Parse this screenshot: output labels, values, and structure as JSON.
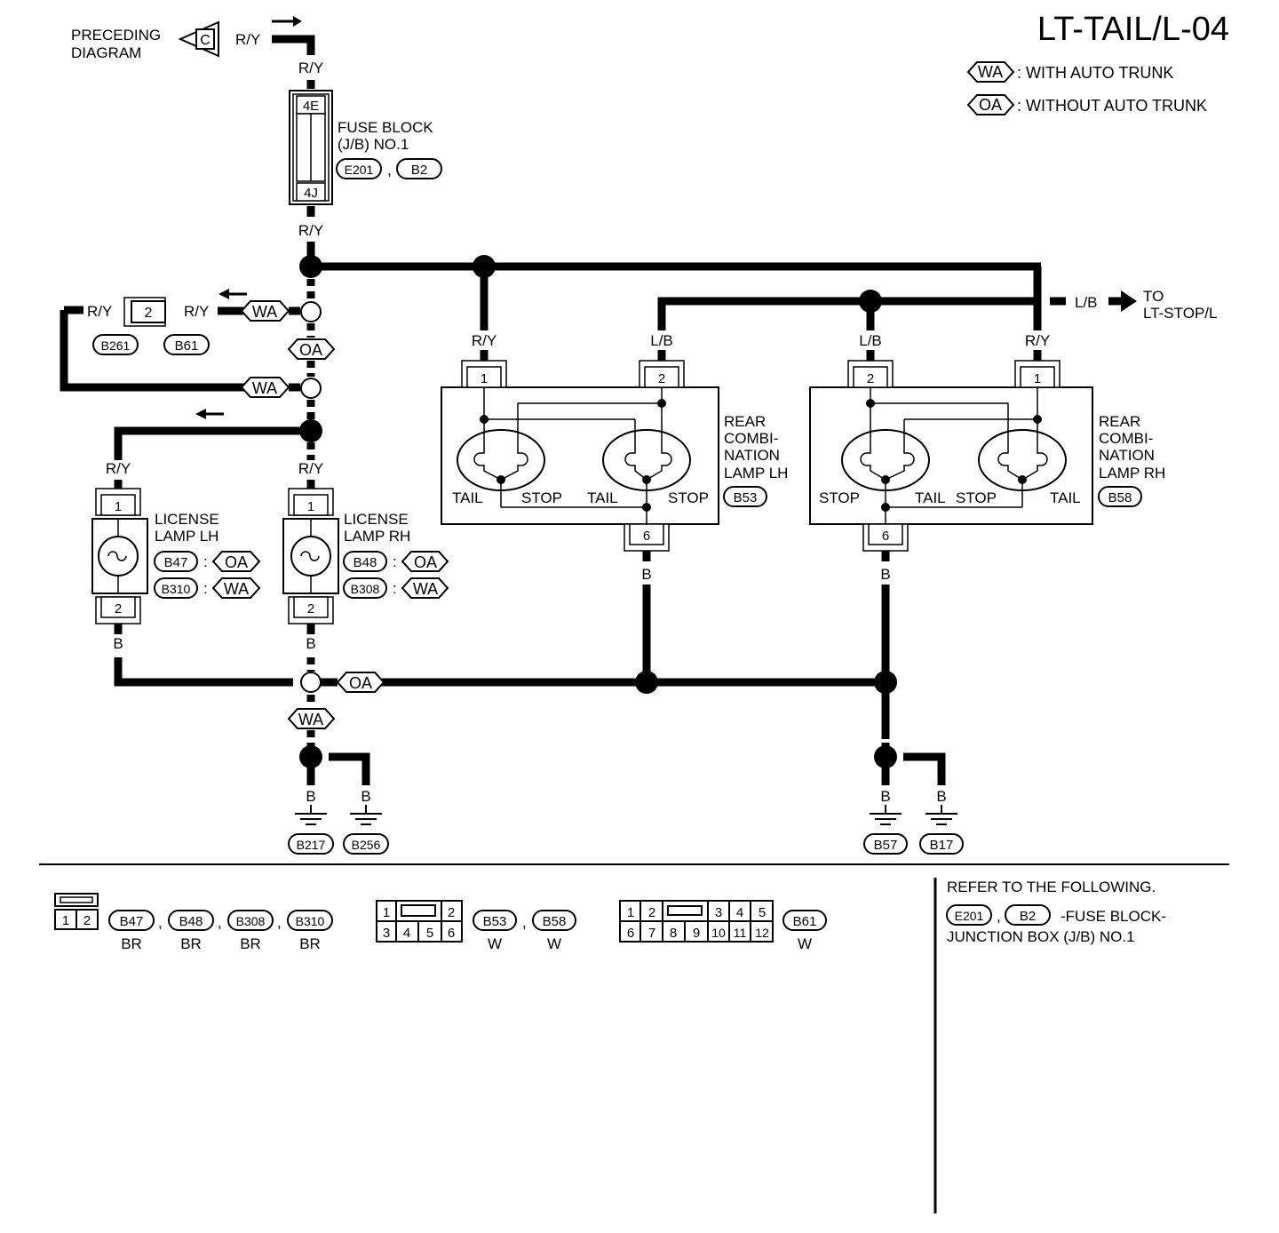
{
  "title": "LT-TAIL/L-04",
  "legend": {
    "wa_tag": "WA",
    "wa_text": ": WITH AUTO TRUNK",
    "oa_tag": "OA",
    "oa_text": ": WITHOUT AUTO TRUNK"
  },
  "preceding": {
    "line1": "PRECEDING",
    "line2": "DIAGRAM",
    "connector": "C"
  },
  "fuse_block": {
    "top_pin": "4E",
    "bottom_pin": "4J",
    "line1": "FUSE BLOCK",
    "line2": "(J/B) NO.1",
    "conn1": "E201",
    "conn2": "B2",
    "sep": ","
  },
  "wires": {
    "ry": "R/Y",
    "lb": "L/B",
    "b": "B"
  },
  "to_label": {
    "line1": "TO",
    "line2": "LT-STOP/L"
  },
  "b261_connector": {
    "pin": "2",
    "left_id": "B261",
    "right_id": "B61"
  },
  "tags": {
    "wa": "WA",
    "oa": "OA"
  },
  "license_lh": {
    "line1": "LICENSE",
    "line2": "LAMP LH",
    "pin_top": "1",
    "pin_bottom": "2",
    "conn_oa": "B47",
    "conn_wa": "B310"
  },
  "license_rh": {
    "line1": "LICENSE",
    "line2": "LAMP RH",
    "pin_top": "1",
    "pin_bottom": "2",
    "conn_oa": "B48",
    "conn_wa": "B308"
  },
  "rear_lh": {
    "line1": "REAR",
    "line2": "COMBI-",
    "line3": "NATION",
    "line4": "LAMP LH",
    "conn": "B53",
    "pin_left": "1",
    "pin_right": "2",
    "pin_bottom": "6",
    "label_tail1": "TAIL",
    "label_stop1": "STOP",
    "label_tail2": "TAIL",
    "label_stop2": "STOP"
  },
  "rear_rh": {
    "line1": "REAR",
    "line2": "COMBI-",
    "line3": "NATION",
    "line4": "LAMP RH",
    "conn": "B58",
    "pin_left": "2",
    "pin_right": "1",
    "pin_bottom": "6",
    "label_stop1": "STOP",
    "label_tail1": "TAIL",
    "label_stop2": "STOP",
    "label_tail2": "TAIL"
  },
  "grounds": [
    "B217",
    "B256",
    "B57",
    "B17"
  ],
  "colon": ":",
  "connectors_legend": {
    "c2": {
      "pins": [
        "1",
        "2"
      ],
      "ids": [
        "B47",
        "B48",
        "B308",
        "B310"
      ],
      "colors": [
        "BR",
        "BR",
        "BR",
        "BR"
      ]
    },
    "c6": {
      "pins": [
        "1",
        "2",
        "3",
        "4",
        "5",
        "6"
      ],
      "ids": [
        "B53",
        "B58"
      ],
      "colors": [
        "W",
        "W"
      ]
    },
    "c12": {
      "pins": [
        "1",
        "2",
        "3",
        "4",
        "5",
        "6",
        "7",
        "8",
        "9",
        "10",
        "11",
        "12"
      ],
      "ids": [
        "B61"
      ],
      "colors": [
        "W"
      ]
    }
  },
  "refer": {
    "line1": "REFER TO THE FOLLOWING.",
    "conn1": "E201",
    "conn2": "B2",
    "text2": "-FUSE BLOCK-",
    "line3": "JUNCTION BOX (J/B) NO.1"
  }
}
